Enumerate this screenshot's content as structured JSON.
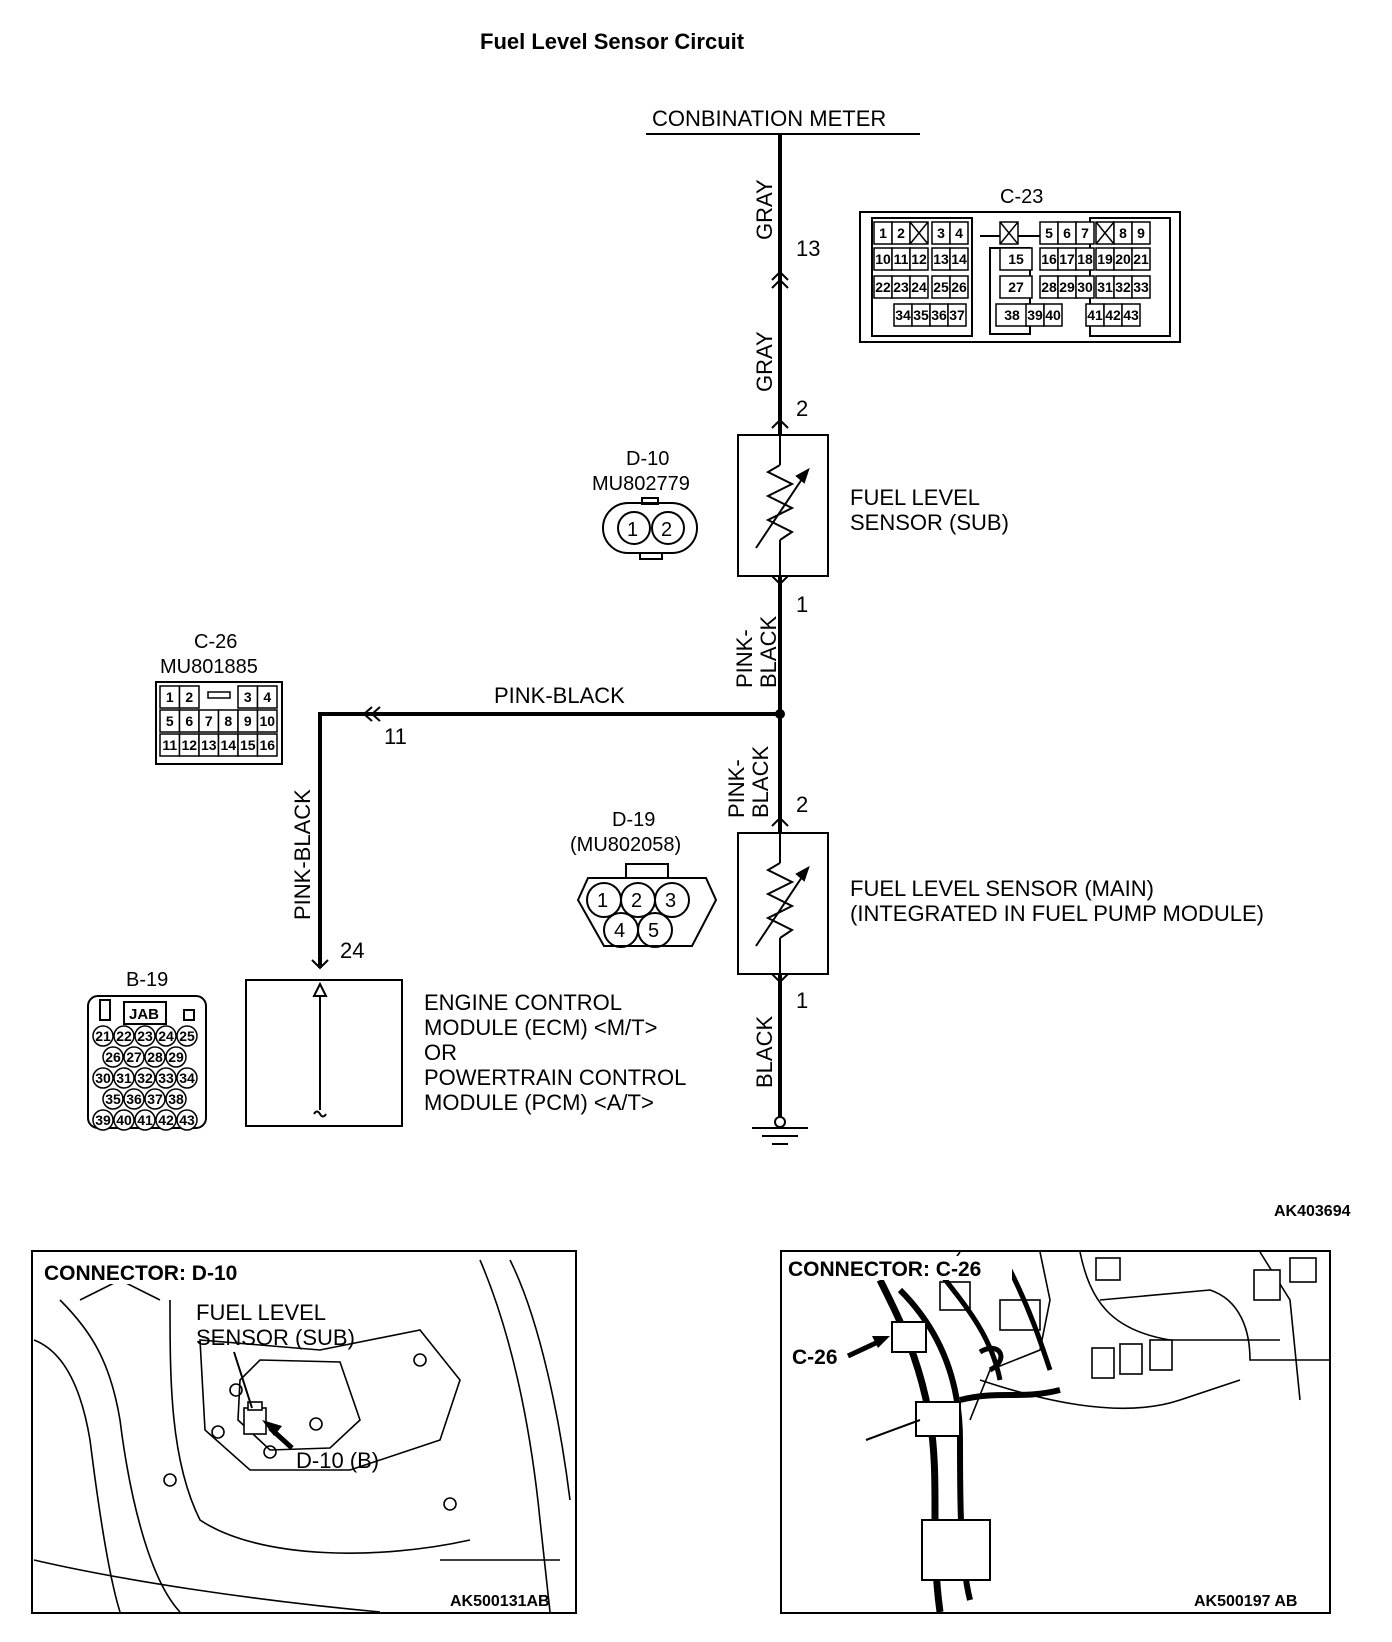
{
  "title": "Fuel Level Sensor Circuit",
  "combination_meter": "CONBINATION METER",
  "wires": {
    "gray_upper": "GRAY",
    "gray_lower": "GRAY",
    "pink_black_upper": "PINK-\nBLACK",
    "pink_black_lower": "PINK-\nBLACK",
    "pink_black_horizontal": "PINK-BLACK",
    "pink_black_vertical": "PINK-BLACK",
    "black": "BLACK"
  },
  "pins": {
    "meter_13": "13",
    "sub_2": "2",
    "sub_1": "1",
    "ecm_11": "11",
    "main_2": "2",
    "main_1": "1",
    "ecm_24": "24"
  },
  "components": {
    "sub_sensor": [
      "FUEL LEVEL",
      "SENSOR (SUB)"
    ],
    "main_sensor": [
      "FUEL LEVEL SENSOR (MAIN)",
      "(INTEGRATED IN FUEL PUMP MODULE)"
    ],
    "ecm": [
      "ENGINE CONTROL",
      "MODULE (ECM) <M/T>",
      "OR",
      "POWERTRAIN CONTROL",
      "MODULE (PCM) <A/T>"
    ]
  },
  "connectors": {
    "c23": {
      "id": "C-23",
      "rows": [
        [
          "1",
          "2",
          "",
          "3",
          "4",
          "",
          "5",
          "6",
          "7",
          "",
          "8",
          "9"
        ],
        [
          "10",
          "11",
          "12",
          "13",
          "14",
          "15",
          "16",
          "17",
          "18",
          "19",
          "20",
          "21"
        ],
        [
          "22",
          "23",
          "24",
          "25",
          "26",
          "27",
          "28",
          "29",
          "30",
          "31",
          "32",
          "33"
        ],
        [
          "34",
          "35",
          "36",
          "37",
          "38",
          "39",
          "40",
          "41",
          "42",
          "43"
        ]
      ]
    },
    "d10": {
      "id": "D-10",
      "part": "MU802779",
      "pins": [
        "1",
        "2"
      ]
    },
    "c26": {
      "id": "C-26",
      "part": "MU801885",
      "rows": [
        [
          "1",
          "2",
          "3",
          "4"
        ],
        [
          "5",
          "6",
          "7",
          "8",
          "9",
          "10"
        ],
        [
          "11",
          "12",
          "13",
          "14",
          "15",
          "16"
        ]
      ]
    },
    "d19": {
      "id": "D-19",
      "part": "(MU802058)",
      "pins": [
        "1",
        "2",
        "3",
        "4",
        "5"
      ]
    },
    "b19": {
      "id": "B-19",
      "tag": "JAB",
      "rows": [
        [
          "21",
          "22",
          "23",
          "24",
          "25"
        ],
        [
          "26",
          "27",
          "28",
          "29"
        ],
        [
          "30",
          "31",
          "32",
          "33",
          "34"
        ],
        [
          "35",
          "36",
          "37",
          "38"
        ],
        [
          "39",
          "40",
          "41",
          "42",
          "43"
        ]
      ]
    }
  },
  "diagram_code": "AK403694",
  "panel_left": {
    "title": "CONNECTOR: D-10",
    "label": [
      "FUEL LEVEL",
      "SENSOR (SUB)"
    ],
    "callout": "D-10 (B)",
    "code": "AK500131AB"
  },
  "panel_right": {
    "title": "CONNECTOR: C-26",
    "callout": "C-26",
    "code": "AK500197 AB"
  }
}
